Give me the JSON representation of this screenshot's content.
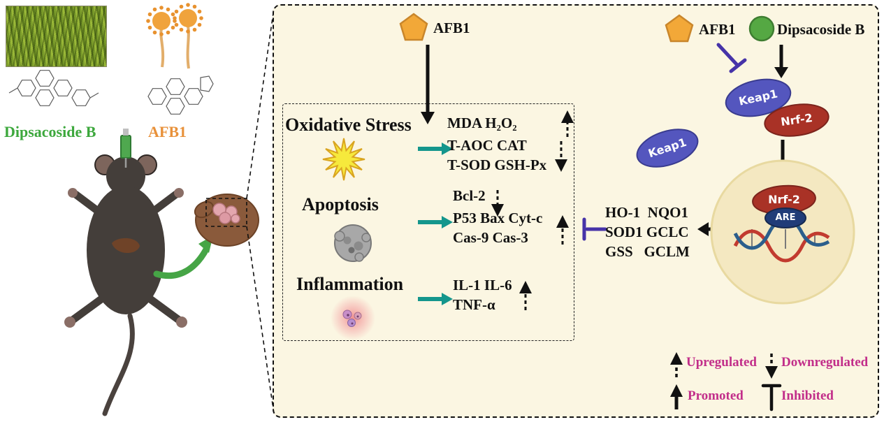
{
  "colors": {
    "panel_bg": "#FBF6E2",
    "teal_arrow": "#14968C",
    "purple_inhibit": "#4633A8",
    "legend_magenta": "#C22E8A",
    "afb1_orange": "#F2A838",
    "dipsacoside_green": "#55A843",
    "keap1_fill": "#5456BE",
    "nrf2_fill": "#A93226",
    "are_fill": "#203C78"
  },
  "left_panel": {
    "dipsacoside_label": "Dipsacoside B",
    "afb1_label": "AFB1"
  },
  "pathway_panel": {
    "afb1_source_label": "AFB1",
    "sections": {
      "oxidative": {
        "title": "Oxidative Stress",
        "up_markers": "MDA H₂O₂",
        "down_markers_line1": "T-AOC CAT",
        "down_markers_line2": "T-SOD GSH-Px"
      },
      "apoptosis": {
        "title": "Apoptosis",
        "down_markers": "Bcl-2",
        "up_markers_line1": "P53 Bax Cyt-c",
        "up_markers_line2": "Cas-9 Cas-3"
      },
      "inflammation": {
        "title": "Inflammation",
        "up_markers_line1": "IL-1 IL-6",
        "up_markers_line2": "TNF-α"
      }
    },
    "antioxidant_genes": {
      "line1": "HO-1  NQO1",
      "line2": "SOD1 GCLC",
      "line3": "GSS   GCLM"
    },
    "nrf2_pathway": {
      "afb1_label": "AFB1",
      "dipsacoside_label": "Dipsacoside B",
      "keap1_free_label": "Keap1",
      "keap1_bound_label": "Keap1",
      "nrf2_label": "Nrf-2",
      "nrf2_nucleus_label": "Nrf-2",
      "are_label": "ARE"
    },
    "legend": {
      "upregulated": "Upregulated",
      "downregulated": "Downregulated",
      "promoted": "Promoted",
      "inhibited": "Inhibited"
    }
  }
}
